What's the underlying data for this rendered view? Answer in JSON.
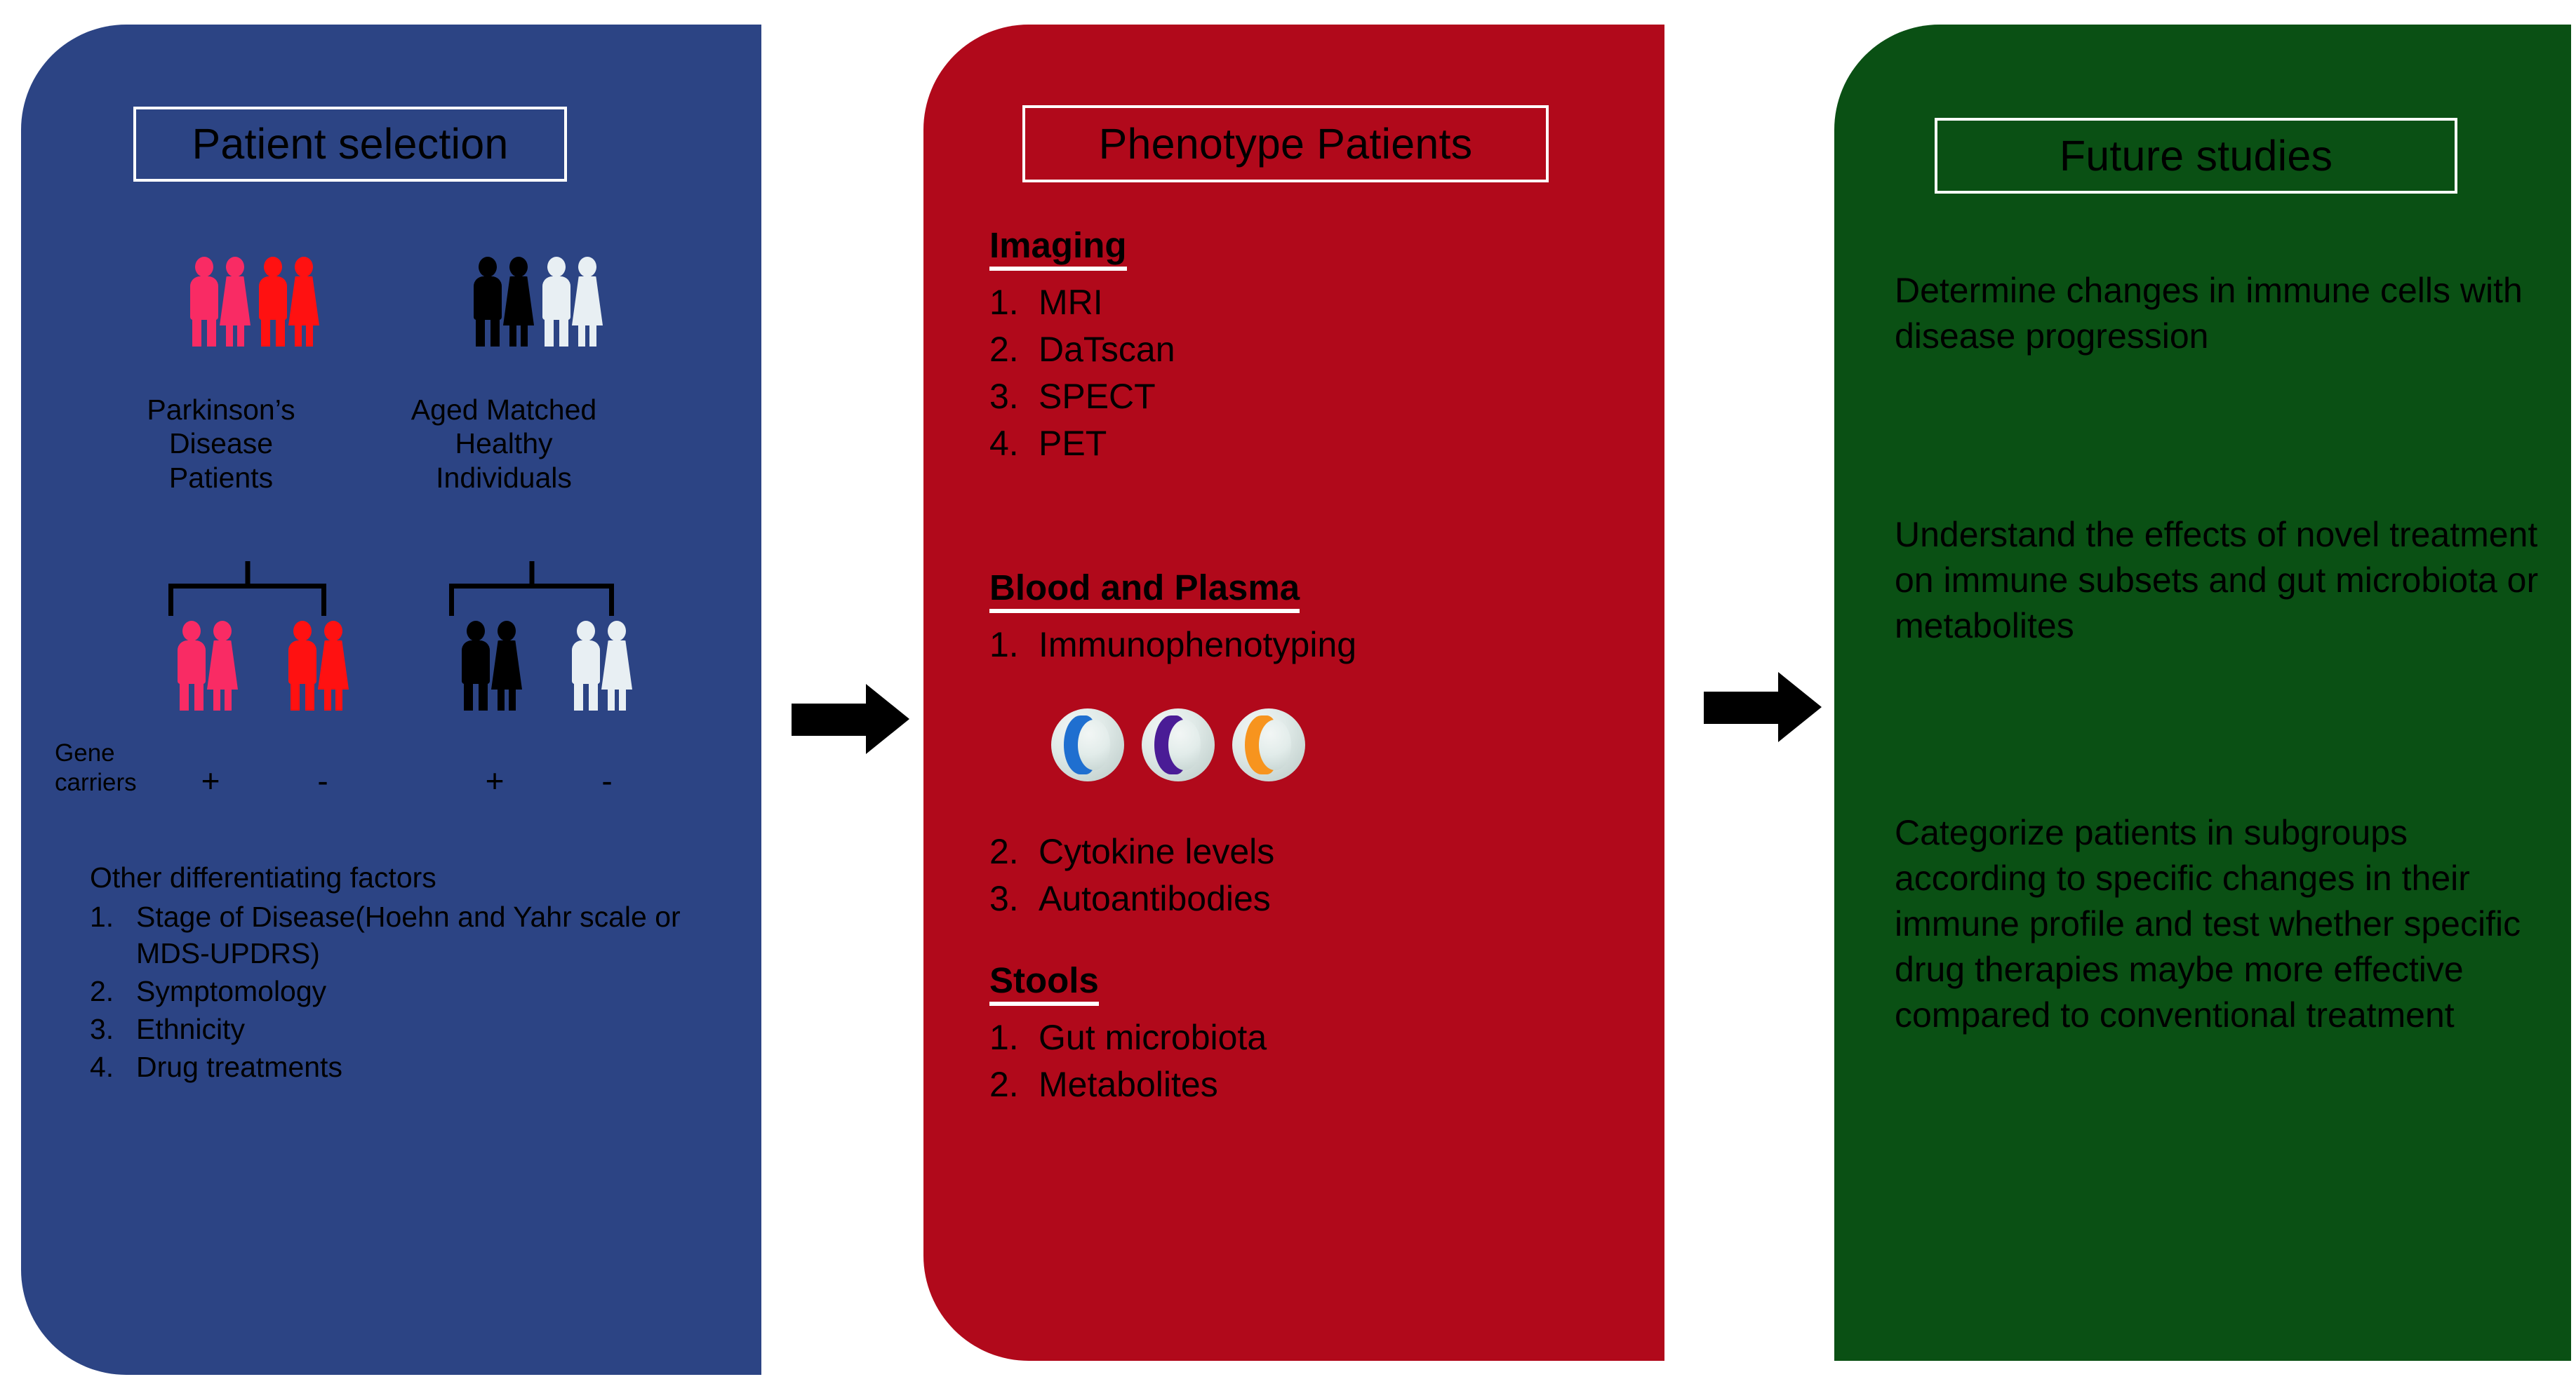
{
  "panels": {
    "blue": {
      "title": "Patient selection",
      "color": "#2C4484",
      "groups": [
        {
          "label": "Parkinson’s\nDisease\nPatients",
          "sub": [
            {
              "sign": "+",
              "color": "#F92B64",
              "name": "pd-gene-carrier-positive"
            },
            {
              "sign": "-",
              "color": "#FF1111",
              "name": "pd-gene-carrier-negative"
            }
          ]
        },
        {
          "label": "Aged Matched\nHealthy\nIndividuals",
          "sub": [
            {
              "sign": "+",
              "color": "#000000",
              "name": "healthy-gene-carrier-positive"
            },
            {
              "sign": "-",
              "color": "#E8EFF3",
              "name": "healthy-gene-carrier-negative"
            }
          ]
        }
      ],
      "gene_label": "Gene\ncarriers",
      "factors_header": "Other differentiating factors",
      "factors": [
        {
          "n": "1.",
          "t": "Stage of Disease(Hoehn and Yahr scale or MDS-UPDRS)"
        },
        {
          "n": "2.",
          "t": "Symptomology"
        },
        {
          "n": "3.",
          "t": "Ethnicity"
        },
        {
          "n": "4.",
          "t": "Drug treatments"
        }
      ]
    },
    "red": {
      "title": "Phenotype Patients",
      "color": "#B1091B",
      "sections": [
        {
          "heading": "Imaging",
          "items": [
            {
              "n": "1.",
              "t": "MRI"
            },
            {
              "n": "2.",
              "t": "DaTscan"
            },
            {
              "n": "3.",
              "t": "SPECT"
            },
            {
              "n": "4.",
              "t": "PET"
            }
          ]
        },
        {
          "heading": "Blood and Plasma",
          "items": [
            {
              "n": "1.",
              "t": "Immunophenotyping"
            }
          ]
        },
        {
          "heading": "",
          "items": [
            {
              "n": "2.",
              "t": "Cytokine levels"
            },
            {
              "n": "3.",
              "t": "Autoantibodies"
            }
          ]
        },
        {
          "heading": "Stools",
          "items": [
            {
              "n": "1.",
              "t": "Gut microbiota"
            },
            {
              "n": "2.",
              "t": "Metabolites"
            }
          ]
        }
      ],
      "cells": [
        {
          "name": "immune-cell-blue",
          "nucleus_color": "#1F6FD0"
        },
        {
          "name": "immune-cell-purple",
          "nucleus_color": "#4A1C96"
        },
        {
          "name": "immune-cell-orange",
          "nucleus_color": "#F7941E"
        }
      ]
    },
    "green": {
      "title": "Future studies",
      "color": "#0A5014",
      "paragraphs": [
        "Determine changes in immune cells with disease progression",
        "Understand the effects of novel treatment on immune subsets and gut microbiota or metabolites",
        "Categorize patients in subgroups according to specific changes in their immune profile and test whether specific drug therapies maybe more effective compared to conventional treatment"
      ]
    }
  },
  "arrows": [
    {
      "name": "arrow-blue-to-red"
    },
    {
      "name": "arrow-red-to-green"
    }
  ]
}
